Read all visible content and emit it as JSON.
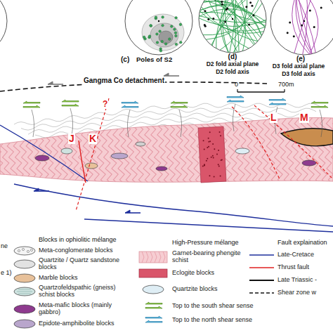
{
  "diagram": {
    "labels": [
      "(c)",
      "Poles of S2",
      "(d)",
      "D2 fold axial plane",
      "D2 fold axis",
      "(e)",
      "D3 fold axial plane",
      "D3 fold axis",
      "Gangma Co detachment",
      "?",
      "0",
      "700m",
      "J",
      "K",
      "L",
      "M",
      "Blocks in ophiolitic mélange",
      "High-Pressure mélange",
      "Fault explaination",
      "ne",
      "e 1)"
    ],
    "legend": [
      {
        "text": "Meta-conglomerate blocks"
      },
      {
        "text": "Quartzite / Quartz sandstone blocks"
      },
      {
        "text": "Marble blocks"
      },
      {
        "text": "Quartzofeldspathic (gneiss) schist blocks"
      },
      {
        "text": "Meta-mafic blocks (mainly gabbro)"
      },
      {
        "text": "Epidote-amphibolite blocks"
      },
      {
        "text": "Garnet-bearing phengite schist"
      },
      {
        "text": "Eclogite blocks"
      },
      {
        "text": "Quartzite blocks"
      },
      {
        "text": "Top to the south shear sense"
      },
      {
        "text": "Top to the north shear sense"
      },
      {
        "text": "Late-Cretace"
      },
      {
        "text": "Thrust fault"
      },
      {
        "text": "Late Triassic -"
      },
      {
        "text": "Shear zone w"
      }
    ]
  }
}
